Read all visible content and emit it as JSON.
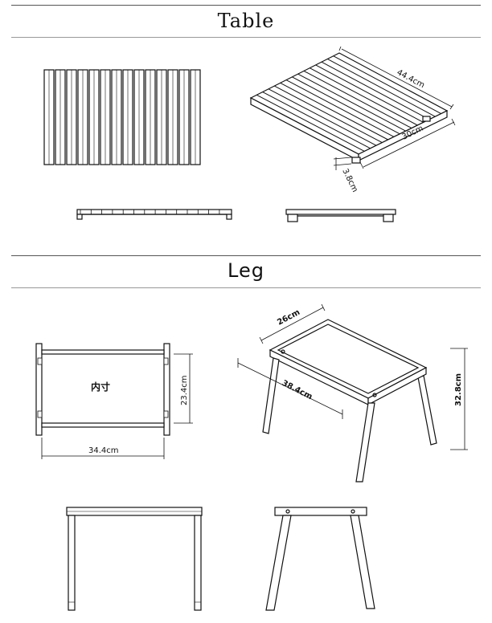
{
  "sections": {
    "table_title": "Table",
    "leg_title": "Leg"
  },
  "dimensions": {
    "table_length": "44.4cm",
    "table_width": "30cm",
    "table_height": "3.8cm",
    "leg_width": "26cm",
    "leg_length": "38.4cm",
    "leg_height": "32.8cm",
    "inner_label": "内寸",
    "inner_height": "23.4cm",
    "inner_width": "34.4cm"
  }
}
